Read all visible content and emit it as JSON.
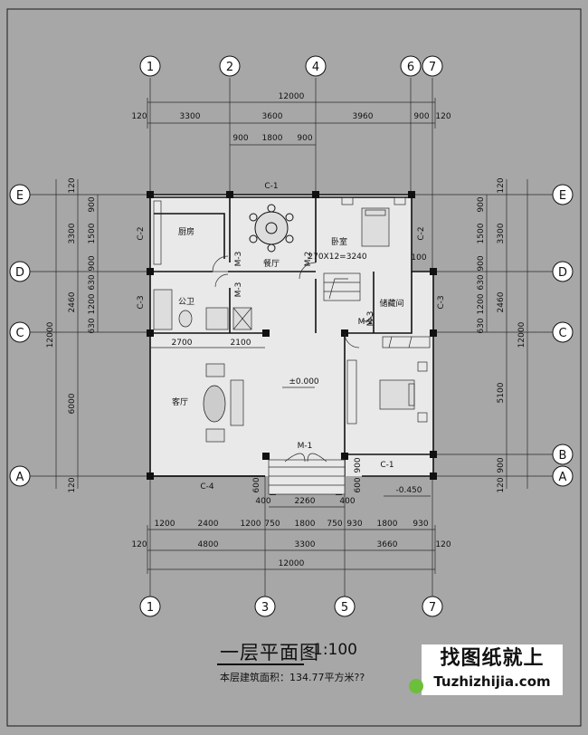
{
  "axes": {
    "top": [
      "1",
      "2",
      "4",
      "6",
      "7"
    ],
    "bottom": [
      "1",
      "3",
      "5",
      "7"
    ],
    "rows": [
      "E",
      "D",
      "C",
      "B",
      "A"
    ]
  },
  "dims": {
    "top_total": "12000",
    "top": [
      "120",
      "3300",
      "3600",
      "3960",
      "900",
      "120"
    ],
    "top_inner": [
      "900",
      "1800",
      "900"
    ],
    "bottom_1": [
      "1200",
      "2400",
      "1200",
      "750",
      "1800",
      "750",
      "930",
      "1800",
      "930"
    ],
    "bottom_2": [
      "120",
      "4800",
      "3300",
      "3660",
      "120"
    ],
    "bottom_total": "12000",
    "left_outer": "12000",
    "left": [
      "120",
      "3300",
      "2460",
      "6000",
      "120"
    ],
    "left_inner": [
      "900",
      "1500",
      "900",
      "630",
      "1200",
      "630"
    ],
    "right_outer": "12000",
    "right": [
      "120",
      "3300",
      "2460",
      "5100",
      "900",
      "120"
    ],
    "right_inner": [
      "900",
      "1500",
      "900",
      "630",
      "1200",
      "630"
    ],
    "middle": [
      "2700",
      "2100"
    ],
    "entry": [
      "400",
      "2260",
      "400"
    ],
    "entry_v": [
      "600",
      "600",
      "900"
    ],
    "stair_note": "270X12=3240",
    "stair_100": "100",
    "elev_0": "±0.000",
    "elev_ext": "-0.450"
  },
  "labels": {
    "c1_top": "C-1",
    "c1_br": "C-1",
    "c2_left": "C-2",
    "c2_right": "C-2",
    "c3_left": "C-3",
    "c3_right": "C-3",
    "c4": "C-4",
    "m1": "M-1",
    "m2_a": "M-2",
    "m2_b": "M-2",
    "m3_a": "M-3",
    "m3_b": "M-3",
    "m3_c": "M-3"
  },
  "rooms": {
    "kitchen": "厨房",
    "dining": "餐厅",
    "bedroom_top": "卧室",
    "bathroom": "公卫",
    "storage": "储藏间",
    "living": "客厅"
  },
  "title": "一层平面图",
  "scale": "1:100",
  "area_note": "本层建筑面积：134.77平方米??",
  "watermark": {
    "cn": "找图纸就上",
    "url": "Tuzhizhijia.com"
  }
}
